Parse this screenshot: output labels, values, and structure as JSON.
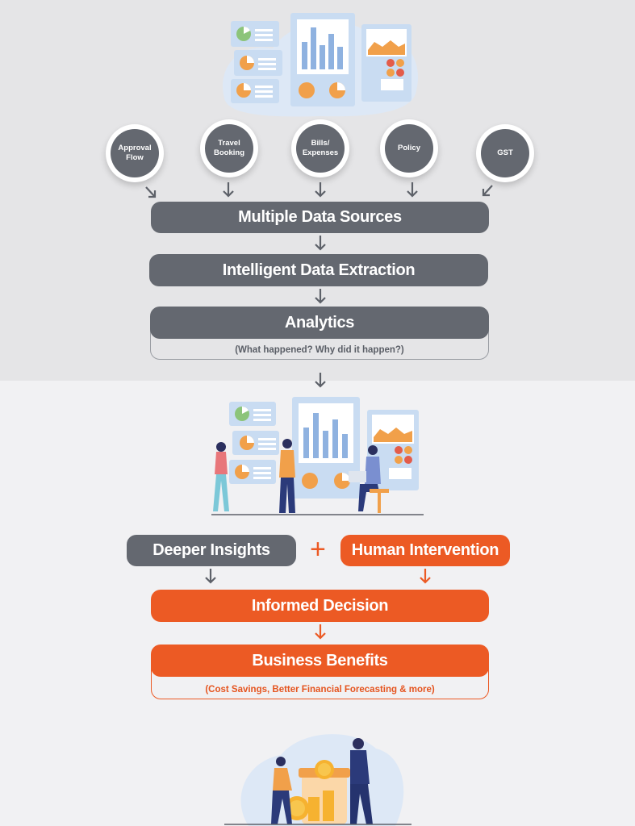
{
  "sources": [
    {
      "id": "approval",
      "label": "Approval\nFlow"
    },
    {
      "id": "travel",
      "label": "Travel\nBooking"
    },
    {
      "id": "bills",
      "label": "Bills/\nExpenses"
    },
    {
      "id": "policy",
      "label": "Policy"
    },
    {
      "id": "gst",
      "label": "GST"
    }
  ],
  "steps": {
    "multiple_data_sources": "Multiple Data Sources",
    "intelligent_data_extraction": "Intelligent Data Extraction",
    "analytics": "Analytics",
    "analytics_sub": "(What happened? Why did it happen?)",
    "deeper_insights": "Deeper Insights",
    "plus": "+",
    "human_intervention": "Human Intervention",
    "informed_decision": "Informed Decision",
    "business_benefits": "Business Benefits",
    "business_benefits_sub": "(Cost Savings, Better Financial Forecasting & more)"
  },
  "colors": {
    "gray": "#646870",
    "orange": "#ec5a24",
    "top_background": "#e5e5e7",
    "bottom_background": "#f1f1f3"
  },
  "illustrations": [
    "dashboard-illustration",
    "team-analytics-illustration",
    "savings-jar-illustration"
  ]
}
